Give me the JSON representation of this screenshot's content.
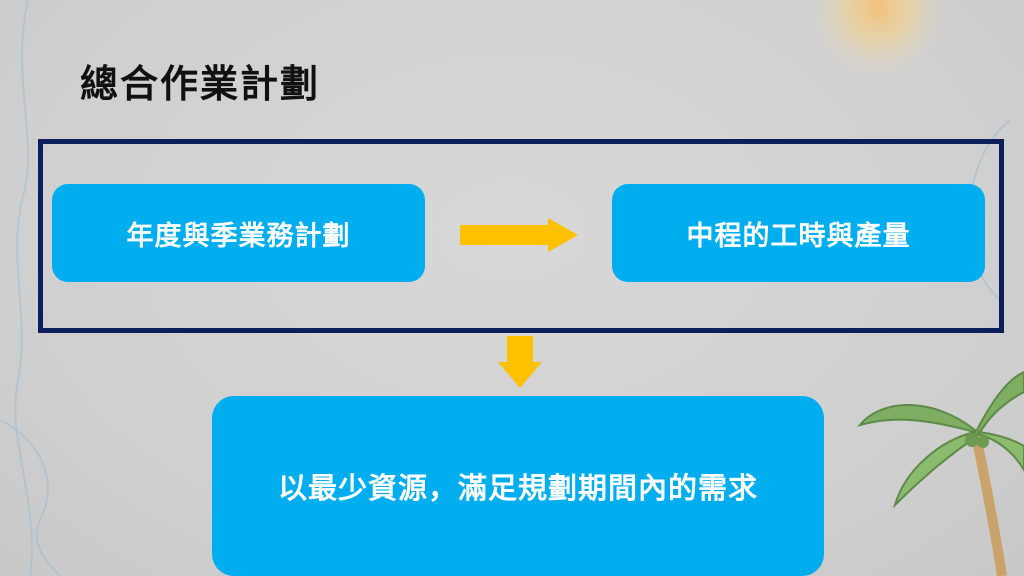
{
  "slide": {
    "title": "總合作業計劃"
  },
  "diagram": {
    "nodes": [
      {
        "id": "annual",
        "label": "年度與季業務計劃"
      },
      {
        "id": "midterm",
        "label": "中程的工時與產量"
      },
      {
        "id": "goal",
        "label": "以最少資源，滿足規劃期間內的需求"
      }
    ],
    "edges": [
      {
        "from": "annual",
        "to": "midterm",
        "direction": "right"
      },
      {
        "from": "group",
        "to": "goal",
        "direction": "down"
      }
    ]
  },
  "colors": {
    "node_fill": "#00adef",
    "node_text": "#ffffff",
    "frame_border": "#0c1f5c",
    "arrow": "#ffc000",
    "title_text": "#111111"
  }
}
